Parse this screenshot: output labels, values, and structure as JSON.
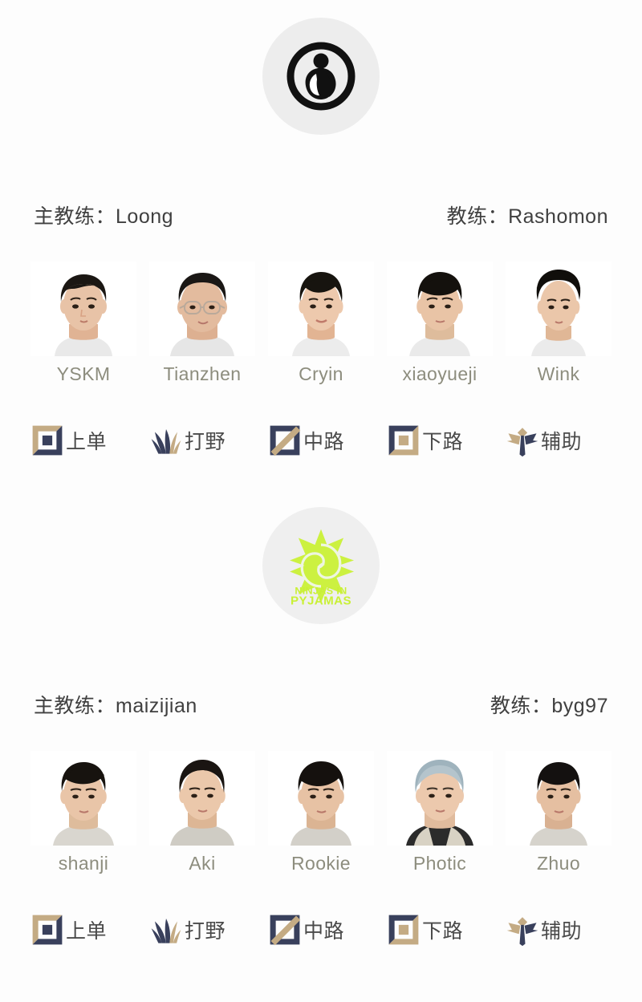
{
  "page": {
    "background_color": "#fdfdfd",
    "name_color": "#8d8d7e",
    "text_color": "#3a3a3a",
    "role_gold": "#c4ab84",
    "role_navy": "#39405c"
  },
  "teams": [
    {
      "team_id": "ig",
      "logo": {
        "name": "ig-logo",
        "alt_text": "Invictus Gaming",
        "circle_background": "#ededed",
        "mark_color": "#111111"
      },
      "coaches": {
        "head": {
          "label": "主教练：",
          "name": "Loong"
        },
        "assistant": {
          "label": "教练：",
          "name": "Rashomon"
        }
      },
      "players": [
        {
          "name": "YSKM",
          "hair_color": "#1b1713",
          "skin_color": "#e8c3a7",
          "shirt_color": "#e9e9e9",
          "glasses": false
        },
        {
          "name": "Tianzhen",
          "hair_color": "#1a1715",
          "skin_color": "#e3bb9e",
          "shirt_color": "#e6e6e6",
          "glasses": true
        },
        {
          "name": "Cryin",
          "hair_color": "#17140f",
          "skin_color": "#edc9ad",
          "shirt_color": "#ececec",
          "glasses": false
        },
        {
          "name": "xiaoyueji",
          "hair_color": "#14110d",
          "skin_color": "#e9c4a6",
          "shirt_color": "#eaeaea",
          "glasses": false
        },
        {
          "name": "Wink",
          "hair_color": "#100e0b",
          "skin_color": "#ebc7aa",
          "shirt_color": "#ebebeb",
          "glasses": false
        }
      ],
      "roles": [
        {
          "label": "上单",
          "icon": "role-top-icon"
        },
        {
          "label": "打野",
          "icon": "role-jungle-icon"
        },
        {
          "label": "中路",
          "icon": "role-mid-icon"
        },
        {
          "label": "下路",
          "icon": "role-bot-icon"
        },
        {
          "label": "辅助",
          "icon": "role-support-icon"
        }
      ]
    },
    {
      "team_id": "nip",
      "logo": {
        "name": "nip-logo",
        "alt_text": "Ninjas in Pyjamas",
        "circle_background": "#efefef",
        "mark_color": "#c9f036",
        "wordmark_line1": "NINJAS IN",
        "wordmark_line2": "PYJAMAS"
      },
      "coaches": {
        "head": {
          "label": "主教练：",
          "name": "maizijian"
        },
        "assistant": {
          "label": "教练：",
          "name": "byg97"
        }
      },
      "players": [
        {
          "name": "shanji",
          "hair_color": "#17130f",
          "skin_color": "#e9c5a8",
          "shirt_color": "#d9d6cf",
          "glasses": false
        },
        {
          "name": "Aki",
          "hair_color": "#1a1512",
          "skin_color": "#ebc8ab",
          "shirt_color": "#cfccc4",
          "glasses": false
        },
        {
          "name": "Rookie",
          "hair_color": "#15110e",
          "skin_color": "#e7c2a4",
          "shirt_color": "#d3d0c9",
          "glasses": false
        },
        {
          "name": "Photic",
          "hair_color": "#9fb3bd",
          "skin_color": "#ecc9ad",
          "shirt_color": "#2b2b2b",
          "glasses": false
        },
        {
          "name": "Zhuo",
          "hair_color": "#141110",
          "skin_color": "#e5bfa1",
          "shirt_color": "#d6d3cc",
          "glasses": false
        }
      ],
      "roles": [
        {
          "label": "上单",
          "icon": "role-top-icon"
        },
        {
          "label": "打野",
          "icon": "role-jungle-icon"
        },
        {
          "label": "中路",
          "icon": "role-mid-icon"
        },
        {
          "label": "下路",
          "icon": "role-bot-icon"
        },
        {
          "label": "辅助",
          "icon": "role-support-icon"
        }
      ]
    }
  ]
}
